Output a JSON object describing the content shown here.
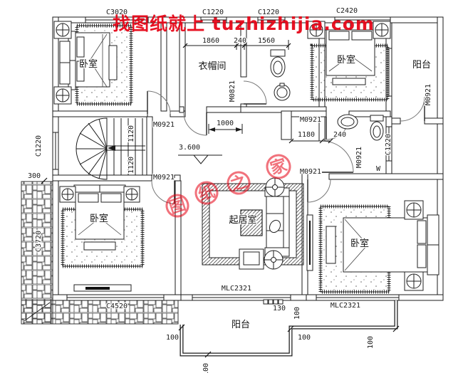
{
  "watermarks": {
    "banner": "找图纸就上 tuzhizhijia.com",
    "seal_chars": [
      "图",
      "纸",
      "之",
      "家"
    ],
    "color": "#e60012"
  },
  "rooms": {
    "bedroom": "卧室",
    "cloakroom": "衣帽间",
    "living_room": "起居室",
    "balcony": "阳台"
  },
  "openings": {
    "c3020": "C3020",
    "c1220": "C1220",
    "c2420": "C2420",
    "c3720": "C3720",
    "c4520": "C4520",
    "m0921": "M0921",
    "m0821": "M0821",
    "mlc2321": "MLC2321"
  },
  "dims": {
    "d1860": "1860",
    "d240": "240",
    "d1560": "1560",
    "d1000": "1000",
    "d1180": "1180",
    "d1120": "1120",
    "d300": "300",
    "d130": "130",
    "d100": "100"
  },
  "level": {
    "value": "3.600"
  },
  "marks": {
    "w": "W"
  }
}
